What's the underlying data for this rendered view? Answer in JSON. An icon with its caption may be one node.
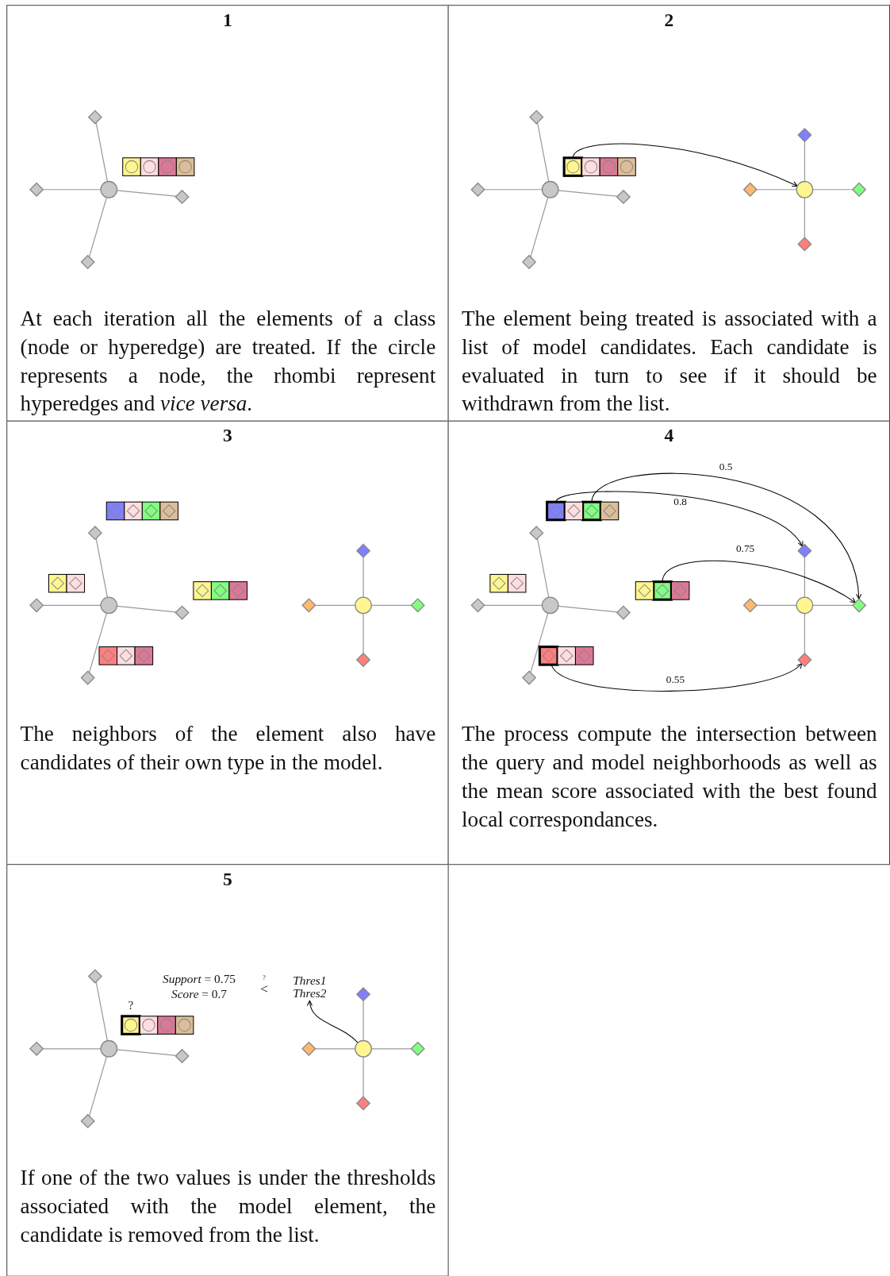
{
  "diagram": {
    "nodes": [
      {
        "text": [
          "1",
          "At each iteration all the elements of a class (node or hyperedge) are treated. If the circle represents a node, the rhombi represent hyperedges and *vice versa*."
        ]
      },
      {
        "text": [],
        "shape": "circle",
        "in": 0
      },
      {
        "text": [],
        "shape": "diamond",
        "in": 0
      },
      {
        "text": [],
        "shape": "diamond",
        "in": 0
      },
      {
        "text": [],
        "shape": "diamond",
        "in": 0
      },
      {
        "text": [],
        "shape": "diamond",
        "in": 0
      },
      {
        "text": [
          "2",
          "The element being treated is associated with a list of model candidates. Each candidate is evaluated in turn to see if it should be withdrawn from the list."
        ]
      },
      {
        "text": [],
        "shape": "circle",
        "in": 6
      },
      {
        "text": [],
        "shape": "diamond",
        "in": 6
      },
      {
        "text": [],
        "shape": "diamond",
        "in": 6
      },
      {
        "text": [],
        "shape": "diamond",
        "in": 6
      },
      {
        "text": [],
        "shape": "diamond",
        "in": 6
      },
      {
        "text": [],
        "shape": "box",
        "in": 6
      },
      {
        "text": [],
        "shape": "circle",
        "in": 6
      },
      {
        "text": [],
        "shape": "diamond",
        "in": 6
      },
      {
        "text": [],
        "shape": "diamond",
        "in": 6
      },
      {
        "text": [],
        "shape": "diamond",
        "in": 6
      },
      {
        "text": [],
        "shape": "diamond",
        "in": 6
      },
      {
        "text": [
          "3",
          "The neighbors of the element also have candidates of their own type in the model."
        ]
      },
      {
        "text": [],
        "shape": "circle",
        "in": 18
      },
      {
        "text": [],
        "shape": "diamond",
        "in": 18
      },
      {
        "text": [],
        "shape": "diamond",
        "in": 18
      },
      {
        "text": [],
        "shape": "diamond",
        "in": 18
      },
      {
        "text": [],
        "shape": "diamond",
        "in": 18
      },
      {
        "text": [],
        "shape": "circle",
        "in": 18
      },
      {
        "text": [],
        "shape": "diamond",
        "in": 18
      },
      {
        "text": [],
        "shape": "diamond",
        "in": 18
      },
      {
        "text": [],
        "shape": "diamond",
        "in": 18
      },
      {
        "text": [],
        "shape": "diamond",
        "in": 18
      },
      {
        "text": [
          "4",
          "The process compute the intersection between the query and model neighborhoods as well as the mean score associated with the best found local correspondances."
        ]
      },
      {
        "text": [],
        "shape": "circle",
        "in": 29
      },
      {
        "text": [],
        "shape": "diamond",
        "in": 29
      },
      {
        "text": [],
        "shape": "diamond",
        "in": 29
      },
      {
        "text": [],
        "shape": "diamond",
        "in": 29
      },
      {
        "text": [],
        "shape": "diamond",
        "in": 29
      },
      {
        "text": [],
        "shape": "box",
        "in": 29
      },
      {
        "text": [],
        "shape": "box",
        "in": 29
      },
      {
        "text": [],
        "shape": "box",
        "in": 29
      },
      {
        "text": [],
        "shape": "box",
        "in": 29
      },
      {
        "text": [],
        "shape": "circle",
        "in": 29
      },
      {
        "text": [],
        "shape": "diamond",
        "in": 29
      },
      {
        "text": [],
        "shape": "diamond",
        "in": 29
      },
      {
        "text": [],
        "shape": "diamond",
        "in": 29
      },
      {
        "text": [],
        "shape": "diamond",
        "in": 29
      },
      {
        "text": [
          "5",
          "If one of the two values is under the thresholds associated with the model element, the candidate is removed from the list."
        ]
      },
      {
        "text": [],
        "shape": "circle",
        "in": 44
      },
      {
        "text": [],
        "shape": "diamond",
        "in": 44
      },
      {
        "text": [],
        "shape": "diamond",
        "in": 44
      },
      {
        "text": [],
        "shape": "diamond",
        "in": 44
      },
      {
        "text": [],
        "shape": "diamond",
        "in": 44
      },
      {
        "text": [],
        "shape": "circle",
        "in": 44
      },
      {
        "text": [],
        "shape": "diamond",
        "in": 44
      },
      {
        "text": [],
        "shape": "diamond",
        "in": 44
      },
      {
        "text": [],
        "shape": "diamond",
        "in": 44
      },
      {
        "text": [],
        "shape": "diamond",
        "in": 44
      },
      {
        "text": [
          "Thres1 Thres2"
        ],
        "in": 44
      },
      {
        "text": [],
        "shape": "box",
        "in": 0
      },
      {
        "text": [],
        "shape": "box",
        "in": 0
      },
      {
        "text": [],
        "shape": "box",
        "in": 0
      },
      {
        "text": [],
        "shape": "box",
        "in": 0
      },
      {
        "text": [],
        "shape": "box",
        "in": 6
      },
      {
        "text": [],
        "shape": "box",
        "in": 6
      },
      {
        "text": [],
        "shape": "box",
        "in": 6
      },
      {
        "text": [],
        "shape": "box",
        "in": 18
      },
      {
        "text": [],
        "shape": "box",
        "in": 18
      },
      {
        "text": [],
        "shape": "box",
        "in": 18
      },
      {
        "text": [],
        "shape": "box",
        "in": 18
      },
      {
        "text": [],
        "shape": "box",
        "in": 18
      },
      {
        "text": [],
        "shape": "box",
        "in": 18
      },
      {
        "text": [],
        "shape": "box",
        "in": 18
      },
      {
        "text": [],
        "shape": "box",
        "in": 18
      },
      {
        "text": [],
        "shape": "box",
        "in": 18
      },
      {
        "text": [],
        "shape": "box",
        "in": 18
      },
      {
        "text": [],
        "shape": "box",
        "in": 18
      },
      {
        "text": [],
        "shape": "box",
        "in": 18
      },
      {
        "text": [],
        "shape": "box",
        "in": 29
      },
      {
        "text": [],
        "shape": "box",
        "in": 29
      },
      {
        "text": [],
        "shape": "box",
        "in": 29
      },
      {
        "text": [],
        "shape": "box",
        "in": 29
      },
      {
        "text": [],
        "shape": "box",
        "in": 29
      },
      {
        "text": [],
        "shape": "box",
        "in": 29
      },
      {
        "text": [],
        "shape": "box",
        "in": 29
      },
      {
        "text": [],
        "shape": "box",
        "in": 29
      },
      {
        "text": [],
        "shape": "box",
        "in": 44
      },
      {
        "text": [],
        "shape": "box",
        "in": 44
      },
      {
        "text": [],
        "shape": "box",
        "in": 44
      },
      {
        "text": [],
        "shape": "box",
        "in": 44
      }
    ],
    "edges": [
      {
        "from": 1,
        "to": 2,
        "arrow": "none"
      },
      {
        "from": 1,
        "to": 3,
        "arrow": "none"
      },
      {
        "from": 1,
        "to": 4,
        "arrow": "none"
      },
      {
        "from": 1,
        "to": 5,
        "arrow": "none"
      },
      {
        "from": 7,
        "to": 8,
        "arrow": "none"
      },
      {
        "from": 7,
        "to": 9,
        "arrow": "none"
      },
      {
        "from": 7,
        "to": 10,
        "arrow": "none"
      },
      {
        "from": 7,
        "to": 11,
        "arrow": "none"
      },
      {
        "from": 13,
        "to": 14,
        "arrow": "none"
      },
      {
        "from": 13,
        "to": 15,
        "arrow": "none"
      },
      {
        "from": 13,
        "to": 16,
        "arrow": "none"
      },
      {
        "from": 13,
        "to": 17,
        "arrow": "none"
      },
      {
        "from": 12,
        "to": 13,
        "arrow": "to",
        "color": "#000000"
      },
      {
        "from": 19,
        "to": 20,
        "arrow": "none"
      },
      {
        "from": 19,
        "to": 21,
        "arrow": "none"
      },
      {
        "from": 19,
        "to": 22,
        "arrow": "none"
      },
      {
        "from": 19,
        "to": 23,
        "arrow": "none"
      },
      {
        "from": 24,
        "to": 25,
        "arrow": "none"
      },
      {
        "from": 24,
        "to": 26,
        "arrow": "none"
      },
      {
        "from": 24,
        "to": 27,
        "arrow": "none"
      },
      {
        "from": 24,
        "to": 28,
        "arrow": "none"
      },
      {
        "from": 30,
        "to": 31,
        "arrow": "none"
      },
      {
        "from": 30,
        "to": 32,
        "arrow": "none"
      },
      {
        "from": 30,
        "to": 33,
        "arrow": "none"
      },
      {
        "from": 30,
        "to": 34,
        "arrow": "none"
      },
      {
        "from": 39,
        "to": 40,
        "arrow": "none"
      },
      {
        "from": 39,
        "to": 41,
        "arrow": "none"
      },
      {
        "from": 39,
        "to": 42,
        "arrow": "none"
      },
      {
        "from": 39,
        "to": 43,
        "arrow": "none"
      },
      {
        "from": 35,
        "to": 40,
        "arrow": "to",
        "label": "0.8",
        "color": "#000000"
      },
      {
        "from": 36,
        "to": 42,
        "arrow": "to",
        "label": "0.5",
        "color": "#000000"
      },
      {
        "from": 37,
        "to": 42,
        "arrow": "to",
        "label": "0.75",
        "color": "#000000"
      },
      {
        "from": 38,
        "to": 43,
        "arrow": "to",
        "label": "0.55",
        "color": "#000000"
      },
      {
        "from": 45,
        "to": 46,
        "arrow": "none"
      },
      {
        "from": 45,
        "to": 47,
        "arrow": "none"
      },
      {
        "from": 45,
        "to": 48,
        "arrow": "none"
      },
      {
        "from": 45,
        "to": 49,
        "arrow": "none"
      },
      {
        "from": 50,
        "to": 51,
        "arrow": "none"
      },
      {
        "from": 50,
        "to": 52,
        "arrow": "none"
      },
      {
        "from": 50,
        "to": 53,
        "arrow": "none"
      },
      {
        "from": 50,
        "to": 54,
        "arrow": "none"
      },
      {
        "from": 50,
        "to": 55,
        "arrow": "to",
        "color": "#000000"
      }
    ],
    "labels": [
      "*Support* = 0.75",
      "?",
      "<",
      "*Score* = 0.7",
      "?"
    ]
  }
}
